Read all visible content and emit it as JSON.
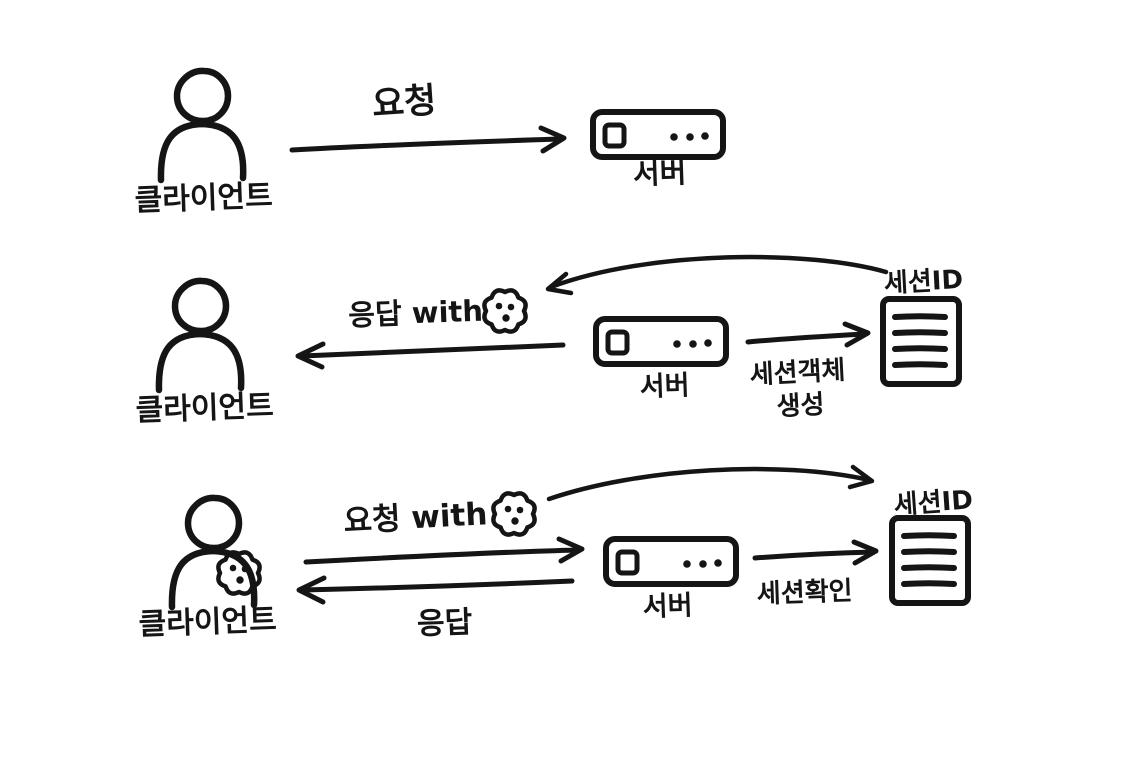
{
  "canvas": {
    "background_color": "#ffffff",
    "ink_color": "#151515"
  },
  "diagram": {
    "rows": [
      {
        "name": "initial-request",
        "client": {
          "icon": "person-icon",
          "label": "클라이언트"
        },
        "server": {
          "icon": "server-icon",
          "label": "서버"
        },
        "request_arrow": {
          "direction": "client-to-server",
          "label": "요청"
        }
      },
      {
        "name": "response-with-cookie",
        "client": {
          "icon": "person-icon",
          "label": "클라이언트"
        },
        "server": {
          "icon": "server-icon",
          "label": "서버"
        },
        "session_store": {
          "icon": "document-icon",
          "label": "세션ID"
        },
        "response_arrow": {
          "direction": "server-to-client",
          "label": "응답 with",
          "icon": "cookie-icon"
        },
        "store_arrow": {
          "direction": "server-to-store",
          "label_line1": "세션객체",
          "label_line2": "생성"
        },
        "curved_arrow": {
          "direction": "store-to-cookie",
          "label": ""
        }
      },
      {
        "name": "request-with-cookie",
        "client": {
          "icon": "person-icon",
          "badge_icon": "cookie-icon",
          "label": "클라이언트"
        },
        "server": {
          "icon": "server-icon",
          "label": "서버"
        },
        "session_store": {
          "icon": "document-icon",
          "label": "세션ID"
        },
        "request_arrow": {
          "direction": "client-to-server",
          "label": "요청 with",
          "icon": "cookie-icon"
        },
        "response_arrow": {
          "direction": "server-to-client",
          "label": "응답"
        },
        "store_arrow": {
          "direction": "server-to-store",
          "label": "세션확인"
        },
        "curved_arrow": {
          "direction": "cookie-to-store",
          "label": ""
        }
      }
    ]
  }
}
